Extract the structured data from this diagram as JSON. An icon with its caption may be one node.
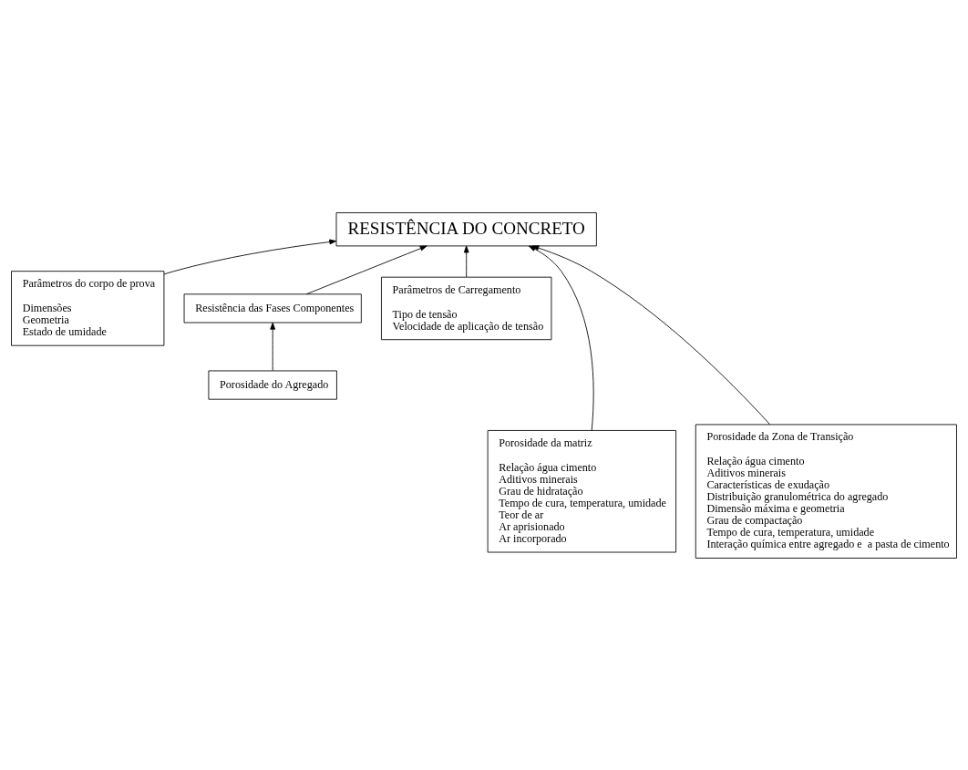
{
  "diagram": {
    "nodes": [
      {
        "text": [
          "RESISTÊNCIA DO CONCRETO"
        ]
      },
      {
        "text": [
          "Parâmetros do corpo de prova",
          "Dimensões",
          "Geometria",
          "Estado de umidade"
        ]
      },
      {
        "text": [
          "Resistência das Fases Componentes"
        ]
      },
      {
        "text": [
          "Parâmetros de Carregamento",
          "Tipo de tensão",
          "Velocidade de aplicação de tensão"
        ]
      },
      {
        "text": [
          "Porosidade do Agregado"
        ]
      },
      {
        "text": [
          "Porosidade da matriz",
          "Relação água cimento",
          "Aditivos minerais",
          "Grau de hidratação",
          "Tempo de cura, temperatura, umidade",
          "Teor de ar",
          "Ar aprisionado",
          "Ar incorporado"
        ]
      },
      {
        "text": [
          "Porosidade da Zona de Transição",
          "Relação água cimento",
          "Aditivos minerais",
          "Características de exudação",
          "Distribuição granulométrica do agregado",
          "Dimensão máxima e geometria",
          "Grau de compactação",
          "Tempo de cura, temperatura, umidade",
          "Interação química entre agregado e  a pasta de cimento"
        ]
      }
    ],
    "edges": [
      {
        "from": 1,
        "to": 0,
        "arrow": "to"
      },
      {
        "from": 5,
        "to": 0,
        "arrow": "to"
      },
      {
        "from": 2,
        "to": 0,
        "arrow": "to"
      },
      {
        "from": 6,
        "to": 0,
        "arrow": "to"
      },
      {
        "from": 3,
        "to": 0,
        "arrow": "to"
      },
      {
        "from": 4,
        "to": 2,
        "arrow": "to"
      }
    ]
  }
}
